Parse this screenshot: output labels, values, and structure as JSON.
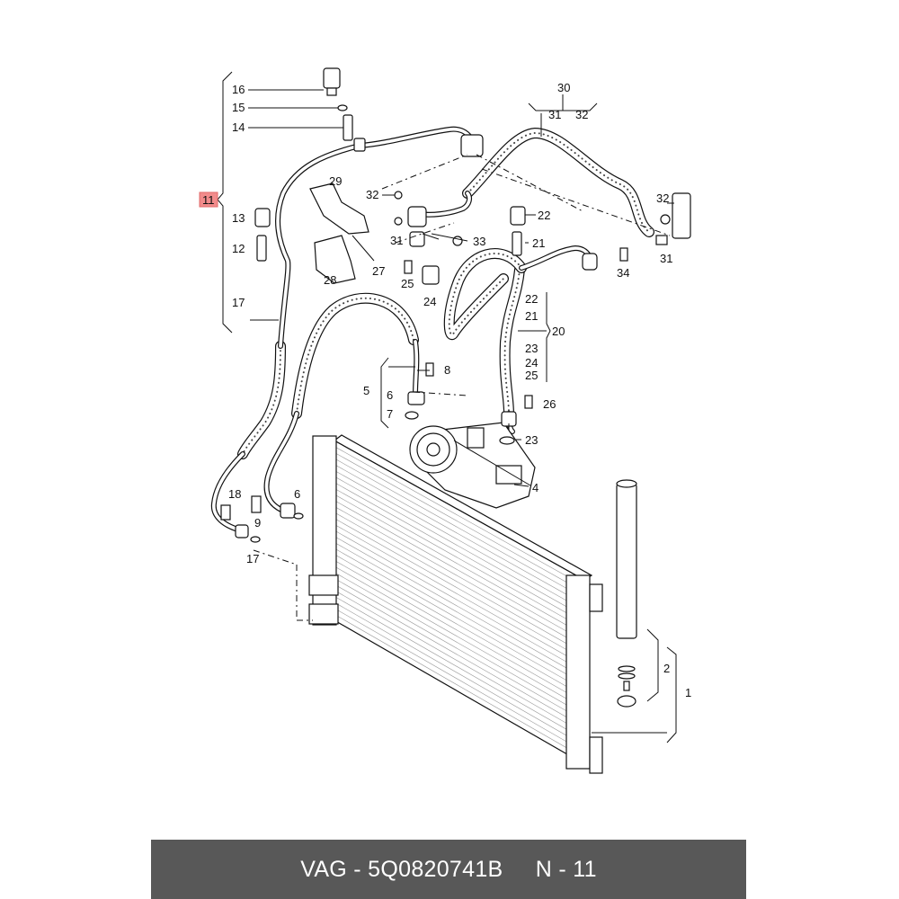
{
  "callouts": [
    {
      "id": "c16",
      "text": "16"
    },
    {
      "id": "c15",
      "text": "15"
    },
    {
      "id": "c14",
      "text": "14"
    },
    {
      "id": "c11",
      "text": "11"
    },
    {
      "id": "c13",
      "text": "13"
    },
    {
      "id": "c12",
      "text": "12"
    },
    {
      "id": "c17a",
      "text": "17"
    },
    {
      "id": "c29",
      "text": "29"
    },
    {
      "id": "c32a",
      "text": "32"
    },
    {
      "id": "c31a",
      "text": "31"
    },
    {
      "id": "c33",
      "text": "33"
    },
    {
      "id": "c27",
      "text": "27"
    },
    {
      "id": "c28",
      "text": "28"
    },
    {
      "id": "c25",
      "text": "25"
    },
    {
      "id": "c24",
      "text": "24"
    },
    {
      "id": "c30",
      "text": "30"
    },
    {
      "id": "c31b",
      "text": "31"
    },
    {
      "id": "c32b",
      "text": "32"
    },
    {
      "id": "c32c",
      "text": "32"
    },
    {
      "id": "c22a",
      "text": "22"
    },
    {
      "id": "c21a",
      "text": "21"
    },
    {
      "id": "c31c",
      "text": "31"
    },
    {
      "id": "c34",
      "text": "34"
    },
    {
      "id": "c22b",
      "text": "22"
    },
    {
      "id": "c21b",
      "text": "21"
    },
    {
      "id": "c20",
      "text": "20"
    },
    {
      "id": "c23a",
      "text": "23"
    },
    {
      "id": "c24b",
      "text": "24"
    },
    {
      "id": "c25b",
      "text": "25"
    },
    {
      "id": "c8",
      "text": "8"
    },
    {
      "id": "c5",
      "text": "5"
    },
    {
      "id": "c6a",
      "text": "6"
    },
    {
      "id": "c7",
      "text": "7"
    },
    {
      "id": "c26",
      "text": "26"
    },
    {
      "id": "c23b",
      "text": "23"
    },
    {
      "id": "c4",
      "text": "4"
    },
    {
      "id": "c18",
      "text": "18"
    },
    {
      "id": "c6b",
      "text": "6"
    },
    {
      "id": "c9",
      "text": "9"
    },
    {
      "id": "c17b",
      "text": "17"
    },
    {
      "id": "c2",
      "text": "2"
    },
    {
      "id": "c1",
      "text": "1"
    }
  ],
  "highlight": {
    "text": "11",
    "color": "#f28b8b"
  },
  "caption": {
    "brand": "VAG",
    "sep1": " - ",
    "part_number": "5Q0820741B",
    "gap": "     ",
    "ref": "N - 11",
    "bar_color": "#585858"
  }
}
